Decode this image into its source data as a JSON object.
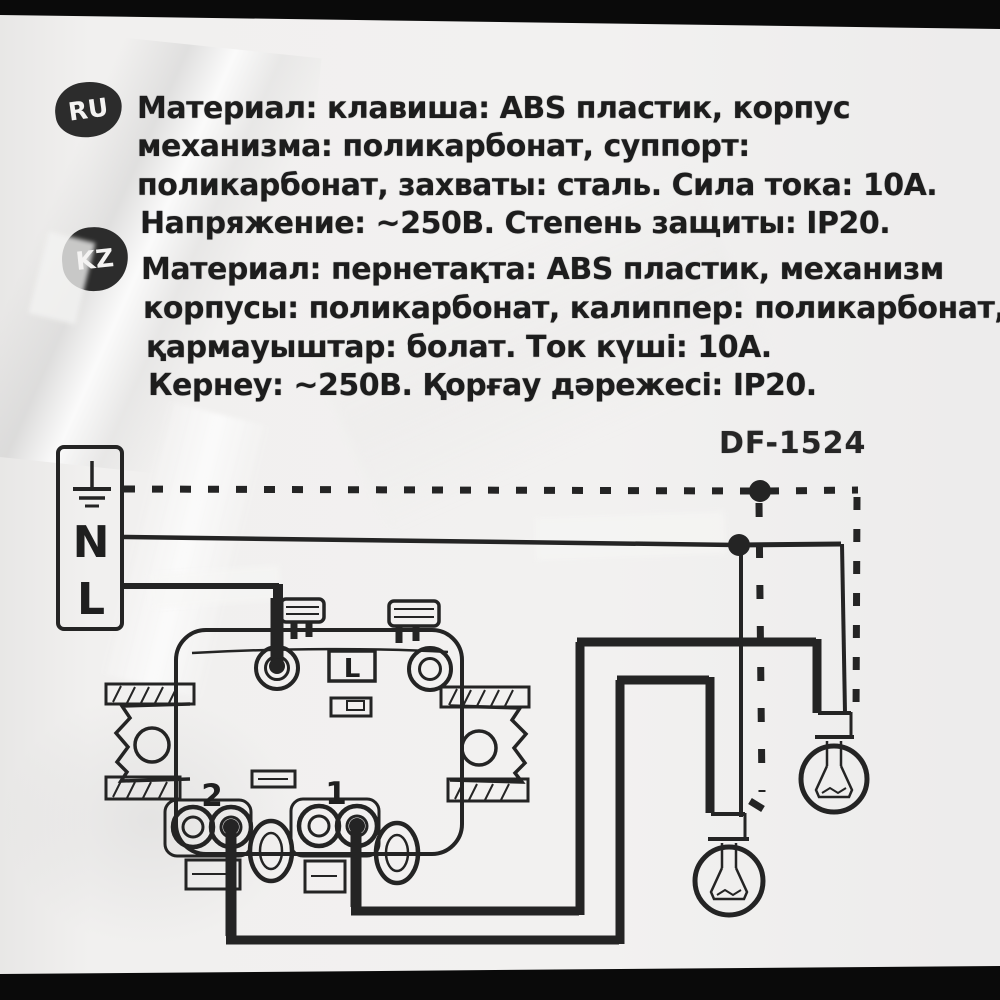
{
  "product": {
    "model": "DF-1524"
  },
  "ru": {
    "badge": "RU",
    "lines": [
      "Материал: клавиша: ABS пластик, корпус",
      "механизма: поликарбонат, суппорт:",
      "поликарбонат, захваты: сталь. Сила тока: 10А.",
      "Напряжение: ~250В. Степень защиты: IP20."
    ]
  },
  "kz": {
    "badge": "KZ",
    "lines": [
      "Материал: пернетақта: ABS пластик, механизм",
      "корпусы: поликарбонат, калиппер: поликарбонат,",
      "қармауыштар: болат. Ток күші: 10А.",
      "Кернеу: ~250В. Қорғау дәрежесі: IP20."
    ]
  },
  "diagram": {
    "supply": {
      "neutral_label": "N",
      "live_label": "L"
    },
    "switch": {
      "live_terminal_label": "L",
      "terminal_1_label": "1",
      "terminal_2_label": "2"
    }
  },
  "colors": {
    "ink": "#242424",
    "paper": "#f1f0ef",
    "photo_edge": "#0a0a0a"
  }
}
